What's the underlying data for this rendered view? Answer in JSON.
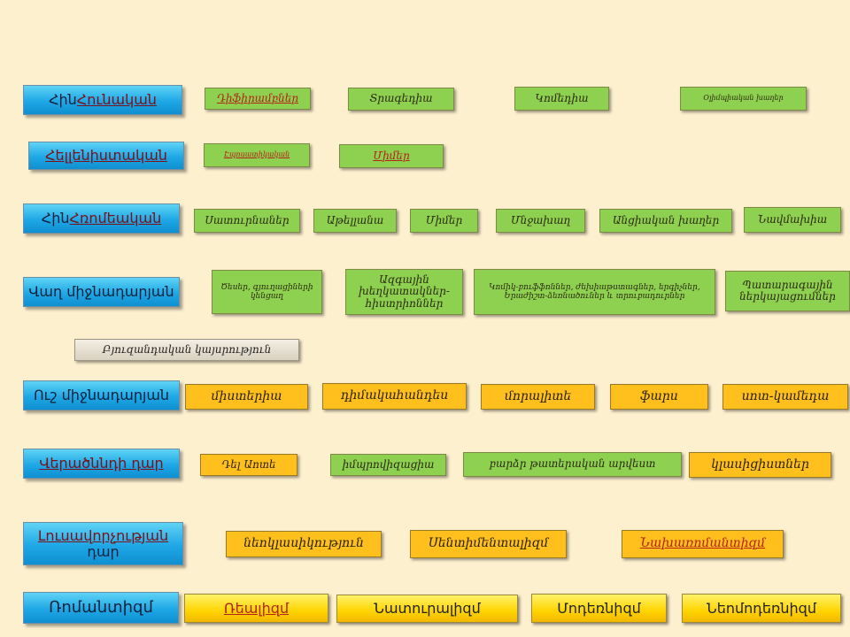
{
  "rows": {
    "r1": {
      "era": "Հին Հունական",
      "era_a": "Հին ",
      "era_b": "Հունական",
      "items": [
        "Դիֆիրամբներ",
        "Տրագեդիա",
        "Կոմեդիա",
        "Օլիմպիական խաղեր"
      ]
    },
    "r2": {
      "era": "Հելլենիստական",
      "items": [
        "Էպոսատիկական",
        "Միմեր"
      ]
    },
    "r3": {
      "era_a": "Հին ",
      "era_b": "Հռոմեական",
      "items": [
        "Սատուրնաներ",
        "Աթելլանա",
        "Միմեր",
        "Մնջախաղ",
        "Անցիական խաղեր",
        "Նավմախիա"
      ]
    },
    "r4": {
      "era": "Վաղ միջնադարյան",
      "items": [
        "Ծեսեր, գյուղացիների կենցաղ",
        "Ազգային խեղկատակներ-հիստրիոններ",
        "Կոմիկ-բուֆֆոններ, ժեխիաթստագներ, երգիչներ, Երաժիշտ-ձեռնածուներ և տրուբադուրներ",
        "Պատարագային ներկայացումներ"
      ]
    },
    "r5": {
      "item": "Բյուզանդական կայսրություն"
    },
    "r6": {
      "era": "Ուշ միջնադարյան",
      "items": [
        "միստերիա",
        "դիմակահանդես",
        "մորալիտե",
        "ֆարս",
        "սոտ-կամեդա"
      ]
    },
    "r7": {
      "era": "Վերածննդի դար",
      "items": [
        "Դել Աոտե",
        "իմպրովիզացիա",
        "բարձր թատերական արվեստ",
        "կլասիցիստներ"
      ]
    },
    "r8": {
      "era_a": "Լուսավորչության",
      "era_b": "դար",
      "items": [
        "նեոկլասիկություն",
        "Սենտիմենտալիզմ",
        "Նախառոմանտիզմ"
      ]
    },
    "r9": {
      "era": "Ռոմանտիզմ",
      "items": [
        "Ռեալիզմ",
        "Նատուրալիզմ",
        "Մոդեռնիզմ",
        "Նեոմոդեռնիզմ"
      ]
    }
  },
  "colors": {
    "background": "#fdf0cf",
    "era_blue": "#1ea7e6",
    "green": "#8ed04f",
    "orange": "#ffbf1c",
    "yellow": "#ffd400",
    "link_red": "#b41f18"
  }
}
